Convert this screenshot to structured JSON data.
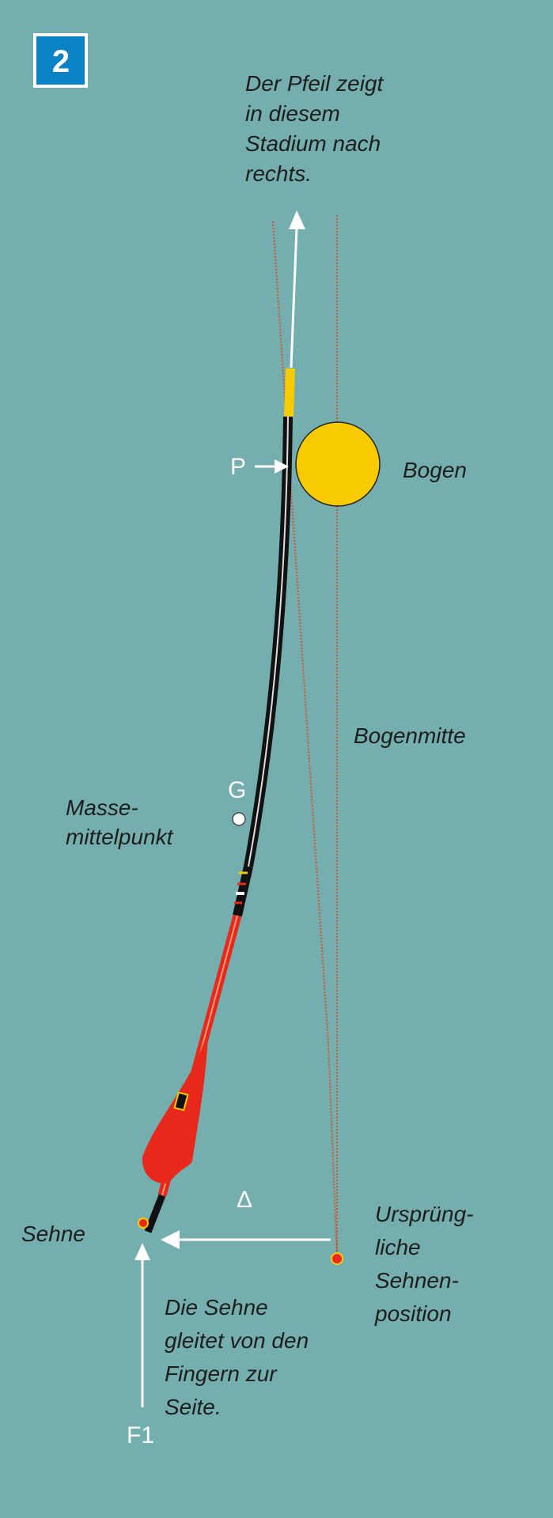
{
  "badge": {
    "number": "2"
  },
  "labels": {
    "arrow_note": [
      "Der Pfeil zeigt",
      "in diesem",
      "Stadium nach",
      "rechts."
    ],
    "P": "P",
    "bogen": "Bogen",
    "bogenmitte": "Bogenmitte",
    "G": "G",
    "massemittelpunkt": [
      "Masse-",
      "mittelpunkt"
    ],
    "delta": "Δ",
    "sehne": "Sehne",
    "urspruengliche": [
      "Ursprüng-",
      "liche",
      "Sehnen-",
      "position"
    ],
    "sehne_note": [
      "Die Sehne",
      "gleitet von den",
      "Fingern zur",
      "Seite."
    ],
    "F1": "F1"
  },
  "colors": {
    "background": "#74aeae",
    "badge": "#0a82c6",
    "bow": "#f8cb00",
    "shaft": "#111111",
    "fletching": "#e8281b",
    "dotted": "#d2562a"
  }
}
